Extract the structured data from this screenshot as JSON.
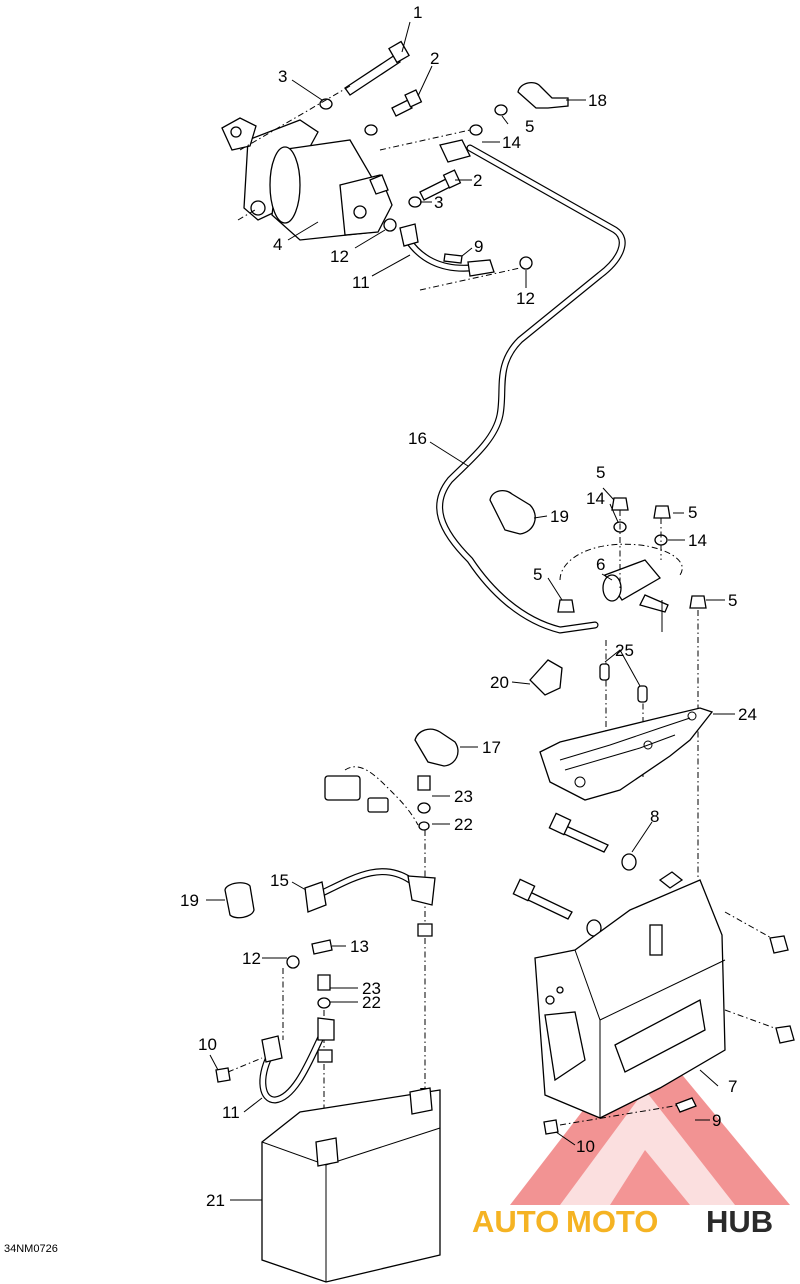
{
  "drawing_code": "34NM0726",
  "watermark": {
    "part1": "AUTO",
    "part2": "MOTO",
    "part3": "HUB",
    "color_red": "#e83b3b",
    "color_yellow": "#f5b323",
    "color_dark": "#2a2a2a"
  },
  "callouts": [
    "1",
    "2",
    "3",
    "5",
    "18",
    "14",
    "2",
    "3",
    "4",
    "12",
    "9",
    "11",
    "12",
    "16",
    "5",
    "14",
    "5",
    "19",
    "14",
    "6",
    "5",
    "5",
    "25",
    "20",
    "24",
    "17",
    "23",
    "22",
    "8",
    "15",
    "19",
    "13",
    "12",
    "23",
    "22",
    "10",
    "7",
    "11",
    "9",
    "10",
    "21"
  ]
}
